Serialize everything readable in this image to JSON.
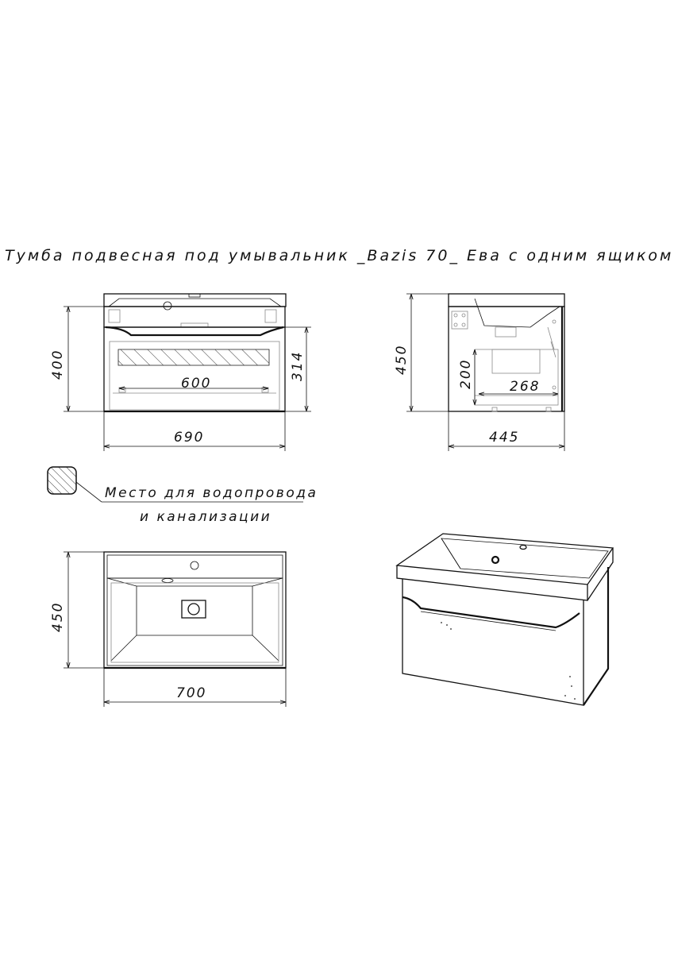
{
  "title": "Тумба подвесная под умывальник _Bazis 70_ Ева с одним ящиком В1 Айсберг",
  "front_view": {
    "dim_height": "400",
    "dim_inner_height": "314",
    "dim_inner_width": "600",
    "dim_width": "690"
  },
  "side_view": {
    "dim_height": "450",
    "dim_drawer_height": "200",
    "dim_drawer_depth": "268",
    "dim_depth": "445"
  },
  "legend": {
    "line1": "Место для водопровода",
    "line2": "и канализации"
  },
  "top_view": {
    "dim_depth": "450",
    "dim_width": "700"
  },
  "isometric_view": {}
}
